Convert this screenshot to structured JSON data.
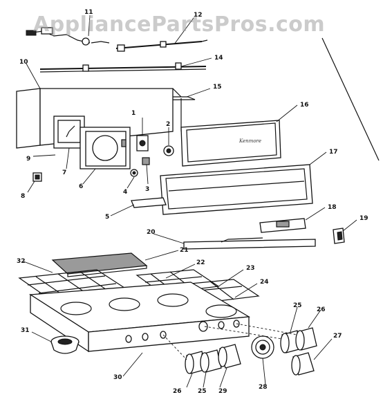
{
  "watermark": "AppliancePartsPros.com",
  "callouts": [
    {
      "id": "c1",
      "text": "1"
    },
    {
      "id": "c2",
      "text": "2"
    },
    {
      "id": "c3",
      "text": "3"
    },
    {
      "id": "c4",
      "text": "4"
    },
    {
      "id": "c5",
      "text": "5"
    },
    {
      "id": "c6",
      "text": "6"
    },
    {
      "id": "c7",
      "text": "7"
    },
    {
      "id": "c8",
      "text": "8"
    },
    {
      "id": "c9",
      "text": "9"
    },
    {
      "id": "c10",
      "text": "10"
    },
    {
      "id": "c11",
      "text": "11"
    },
    {
      "id": "c12",
      "text": "12"
    },
    {
      "id": "c14",
      "text": "14"
    },
    {
      "id": "c15",
      "text": "15"
    },
    {
      "id": "c16",
      "text": "16"
    },
    {
      "id": "c17",
      "text": "17"
    },
    {
      "id": "c18",
      "text": "18"
    },
    {
      "id": "c19",
      "text": "19"
    },
    {
      "id": "c20",
      "text": "20"
    },
    {
      "id": "c21",
      "text": "21"
    },
    {
      "id": "c22",
      "text": "22"
    },
    {
      "id": "c23",
      "text": "23"
    },
    {
      "id": "c24",
      "text": "24"
    },
    {
      "id": "c25a",
      "text": "25"
    },
    {
      "id": "c25b",
      "text": "25"
    },
    {
      "id": "c26a",
      "text": "26"
    },
    {
      "id": "c26b",
      "text": "26"
    },
    {
      "id": "c27",
      "text": "27"
    },
    {
      "id": "c28",
      "text": "28"
    },
    {
      "id": "c29",
      "text": "29"
    },
    {
      "id": "c30",
      "text": "30"
    },
    {
      "id": "c31",
      "text": "31"
    },
    {
      "id": "c32",
      "text": "32"
    }
  ],
  "panel_script": "Kenmore"
}
